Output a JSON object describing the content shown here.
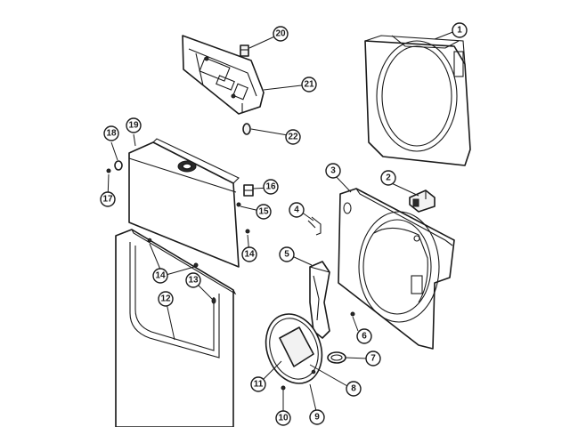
{
  "callouts": [
    "1",
    "2",
    "3",
    "4",
    "5",
    "6",
    "7",
    "8",
    "9",
    "10",
    "11",
    "12",
    "13",
    "14",
    "14",
    "15",
    "16",
    "17",
    "18",
    "19",
    "20",
    "21",
    "22"
  ]
}
